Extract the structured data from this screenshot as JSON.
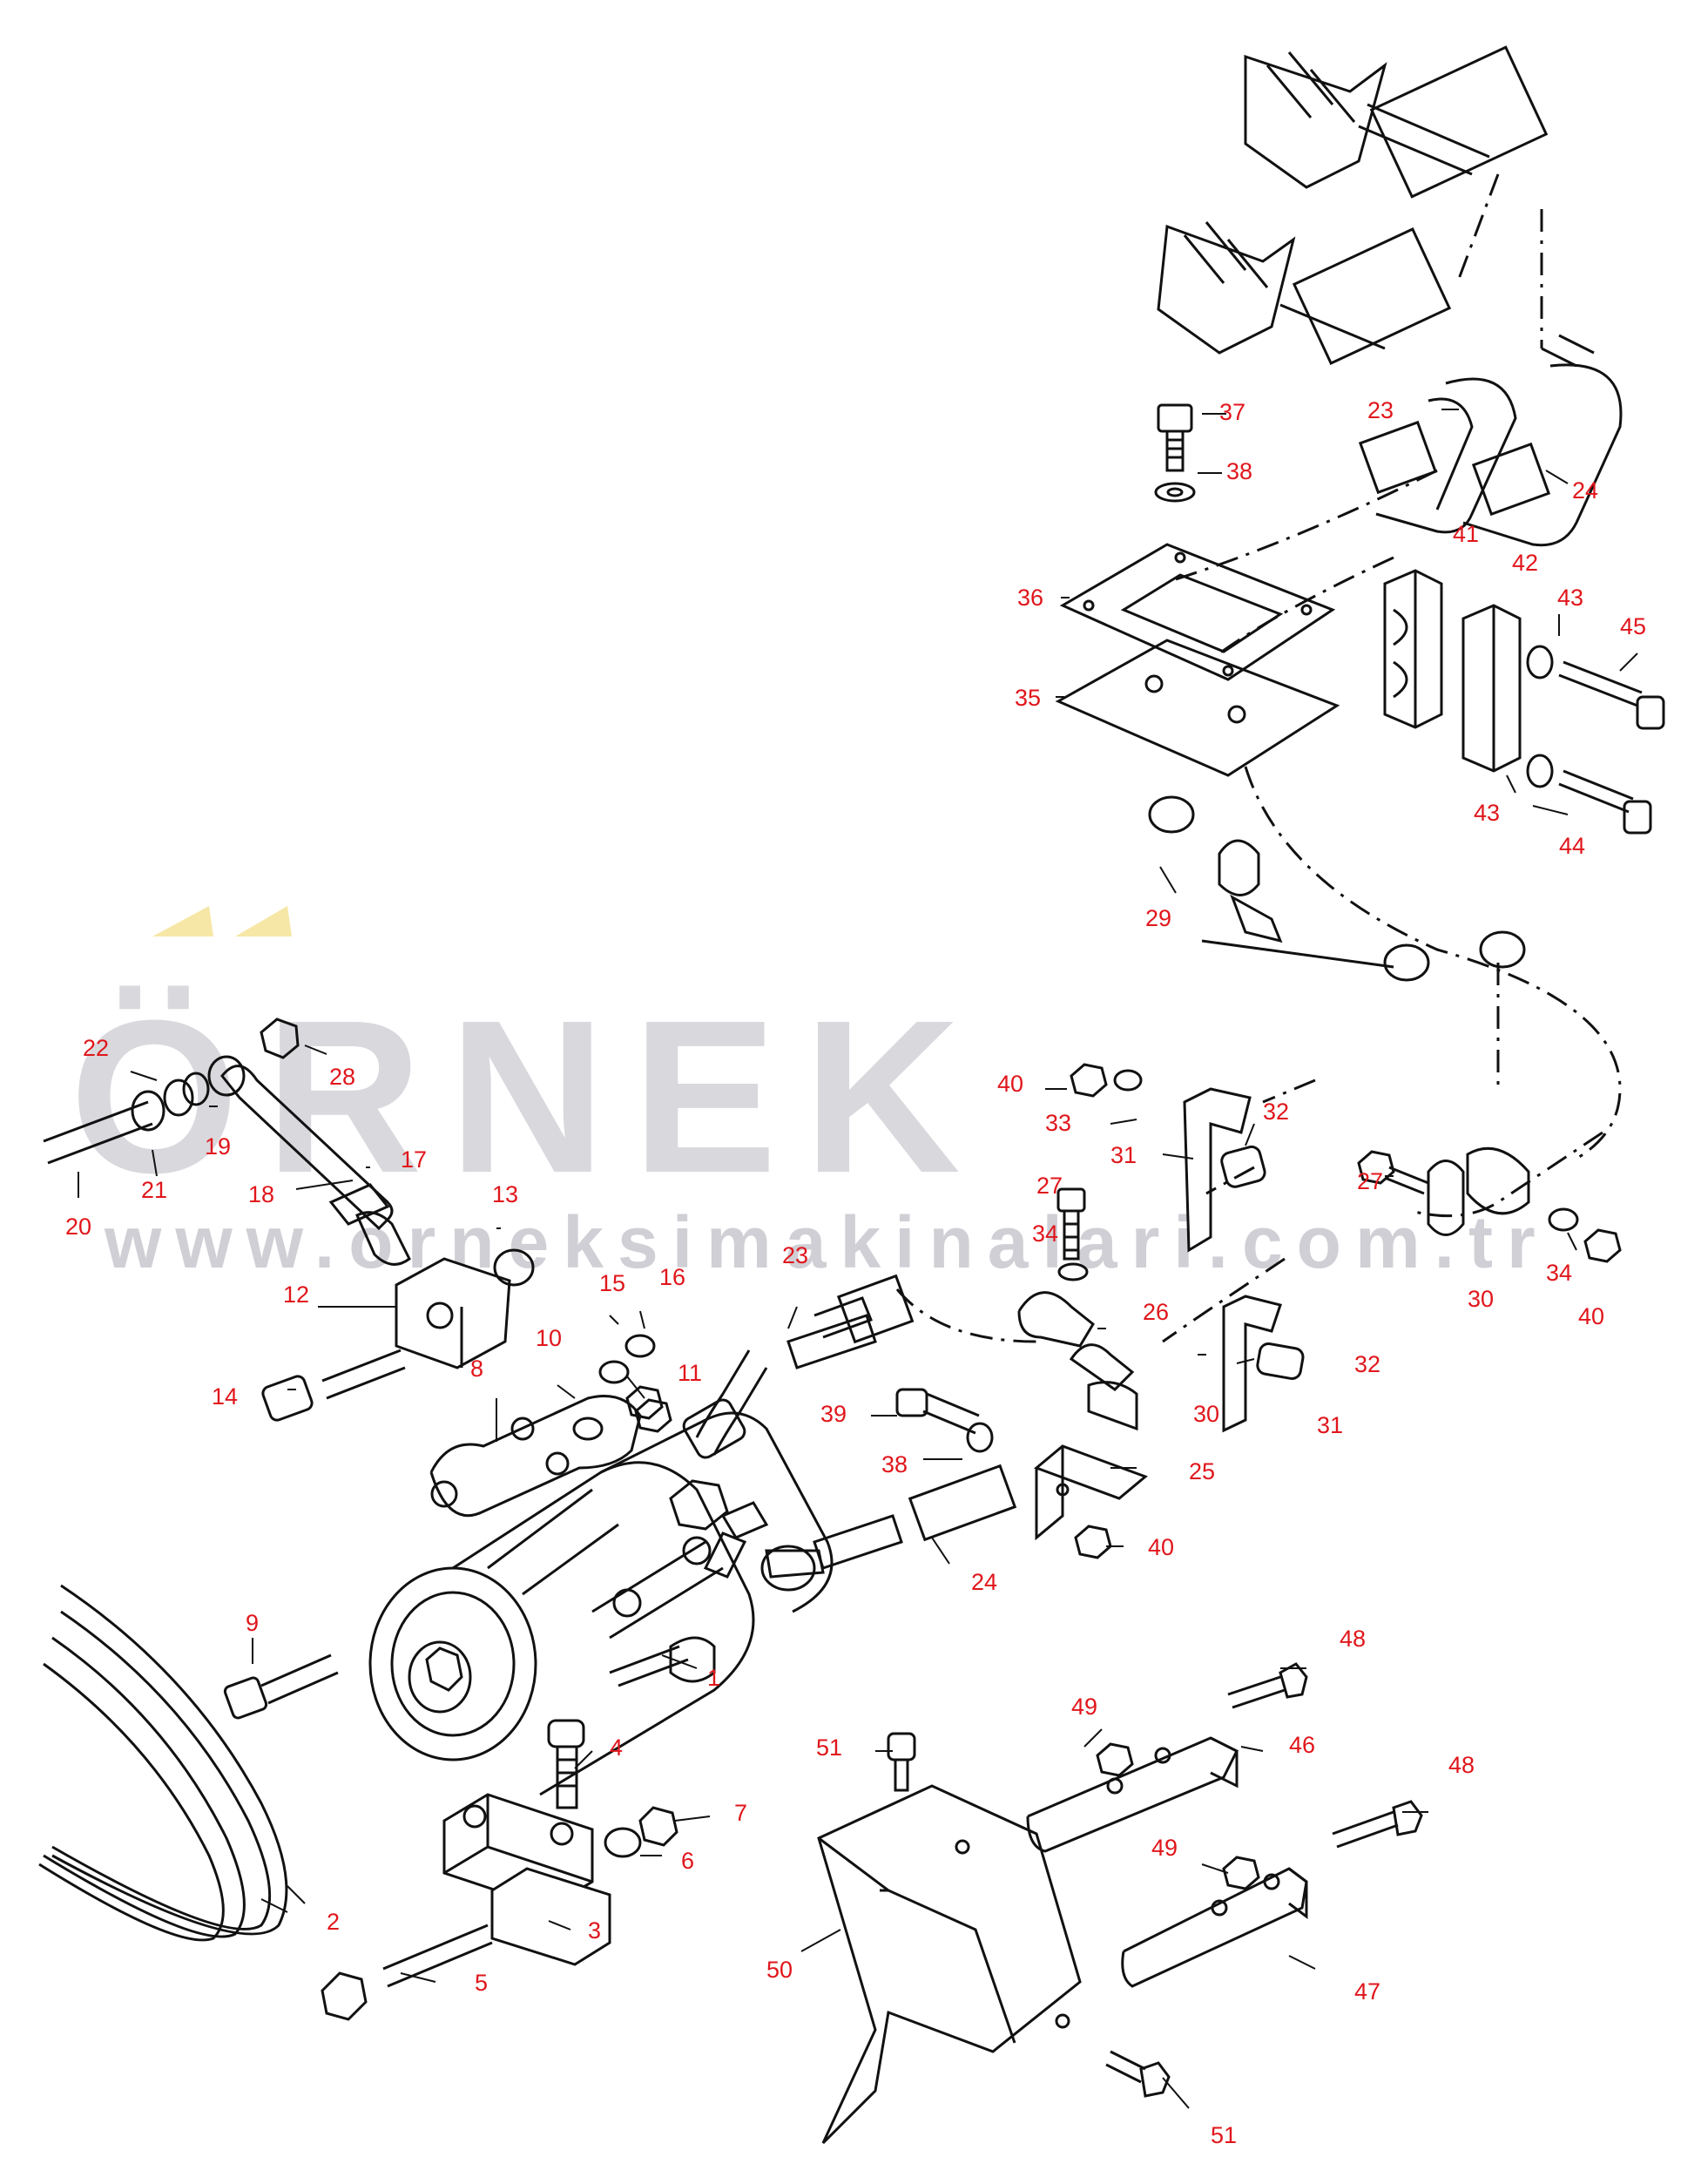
{
  "watermark": {
    "letters": "ÖRNEK",
    "url": "www.orneksimakinalari.com.tr",
    "letters_color": "#d8d8dd",
    "accent_color": "#f6e7a6"
  },
  "colors": {
    "callout": "#e0161b",
    "lines": "#111111",
    "background": "#ffffff"
  },
  "callouts": [
    {
      "id": "c37",
      "label": "37"
    },
    {
      "id": "c38a",
      "label": "38"
    },
    {
      "id": "c23a",
      "label": "23"
    },
    {
      "id": "c24a",
      "label": "24"
    },
    {
      "id": "c41",
      "label": "41"
    },
    {
      "id": "c42",
      "label": "42"
    },
    {
      "id": "c43a",
      "label": "43"
    },
    {
      "id": "c45",
      "label": "45"
    },
    {
      "id": "c36",
      "label": "36"
    },
    {
      "id": "c35",
      "label": "35"
    },
    {
      "id": "c43b",
      "label": "43"
    },
    {
      "id": "c44",
      "label": "44"
    },
    {
      "id": "c29",
      "label": "29"
    },
    {
      "id": "c22",
      "label": "22"
    },
    {
      "id": "c28",
      "label": "28"
    },
    {
      "id": "c19",
      "label": "19"
    },
    {
      "id": "c21",
      "label": "21"
    },
    {
      "id": "c17",
      "label": "17"
    },
    {
      "id": "c18",
      "label": "18"
    },
    {
      "id": "c20",
      "label": "20"
    },
    {
      "id": "c40a",
      "label": "40"
    },
    {
      "id": "c33",
      "label": "33"
    },
    {
      "id": "c32a",
      "label": "32"
    },
    {
      "id": "c31a",
      "label": "31"
    },
    {
      "id": "c27a",
      "label": "27"
    },
    {
      "id": "c27b",
      "label": "27"
    },
    {
      "id": "c34a",
      "label": "34"
    },
    {
      "id": "c13",
      "label": "13"
    },
    {
      "id": "c30a",
      "label": "30"
    },
    {
      "id": "c34b",
      "label": "34"
    },
    {
      "id": "c40b",
      "label": "40"
    },
    {
      "id": "c15",
      "label": "15"
    },
    {
      "id": "c16",
      "label": "16"
    },
    {
      "id": "c12",
      "label": "12"
    },
    {
      "id": "c23b",
      "label": "23"
    },
    {
      "id": "c26",
      "label": "26"
    },
    {
      "id": "c10",
      "label": "10"
    },
    {
      "id": "c11",
      "label": "11"
    },
    {
      "id": "c32b",
      "label": "32"
    },
    {
      "id": "c14",
      "label": "14"
    },
    {
      "id": "c8",
      "label": "8"
    },
    {
      "id": "c39",
      "label": "39"
    },
    {
      "id": "c30b",
      "label": "30"
    },
    {
      "id": "c31b",
      "label": "31"
    },
    {
      "id": "c38b",
      "label": "38"
    },
    {
      "id": "c25",
      "label": "25"
    },
    {
      "id": "c40c",
      "label": "40"
    },
    {
      "id": "c24b",
      "label": "24"
    },
    {
      "id": "c9",
      "label": "9"
    },
    {
      "id": "c1",
      "label": "1"
    },
    {
      "id": "c48a",
      "label": "48"
    },
    {
      "id": "c49a",
      "label": "49"
    },
    {
      "id": "c46",
      "label": "46"
    },
    {
      "id": "c51a",
      "label": "51"
    },
    {
      "id": "c4",
      "label": "4"
    },
    {
      "id": "c7",
      "label": "7"
    },
    {
      "id": "c48b",
      "label": "48"
    },
    {
      "id": "c6",
      "label": "6"
    },
    {
      "id": "c49b",
      "label": "49"
    },
    {
      "id": "c2",
      "label": "2"
    },
    {
      "id": "c3",
      "label": "3"
    },
    {
      "id": "c50",
      "label": "50"
    },
    {
      "id": "c5",
      "label": "5"
    },
    {
      "id": "c47",
      "label": "47"
    },
    {
      "id": "c51b",
      "label": "51"
    }
  ]
}
